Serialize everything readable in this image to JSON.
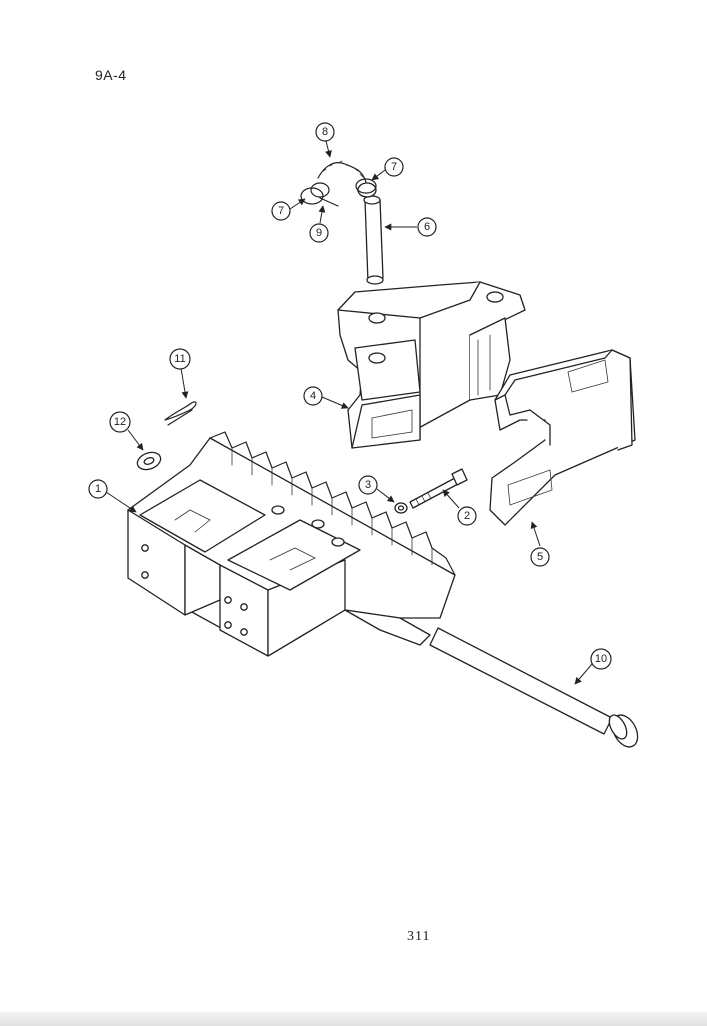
{
  "header": {
    "page_id": "9A-4"
  },
  "footer": {
    "page_number": "311"
  },
  "callouts": [
    {
      "id": "c1",
      "label": "1"
    },
    {
      "id": "c2",
      "label": "2"
    },
    {
      "id": "c3",
      "label": "3"
    },
    {
      "id": "c4",
      "label": "4"
    },
    {
      "id": "c5",
      "label": "5"
    },
    {
      "id": "c6",
      "label": "6"
    },
    {
      "id": "c7a",
      "label": "7"
    },
    {
      "id": "c7b",
      "label": "7"
    },
    {
      "id": "c8",
      "label": "8"
    },
    {
      "id": "c9",
      "label": "9"
    },
    {
      "id": "c10",
      "label": "10"
    },
    {
      "id": "c11",
      "label": "11"
    },
    {
      "id": "c12",
      "label": "12"
    }
  ]
}
